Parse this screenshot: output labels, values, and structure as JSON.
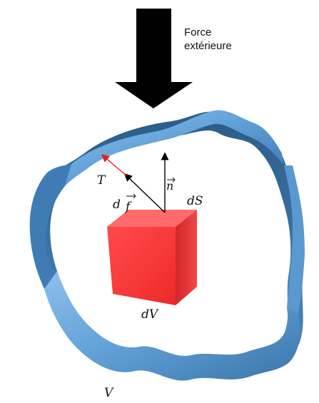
{
  "force": {
    "line1": "Force",
    "line2": "extérieure"
  },
  "labels": {
    "T": "T",
    "n": "n",
    "d": "d",
    "f": "f",
    "dS": "dS",
    "dV": "dV",
    "V": "V"
  },
  "colors": {
    "arrow": "#000000",
    "shell_light": "#6fa8dc",
    "shell_dark": "#2f5f8a",
    "cube_front": "#ff3b3b",
    "cube_top": "#ff6b6b",
    "cube_side": "#d92a2a",
    "traction_arrow": "#e0201e"
  }
}
